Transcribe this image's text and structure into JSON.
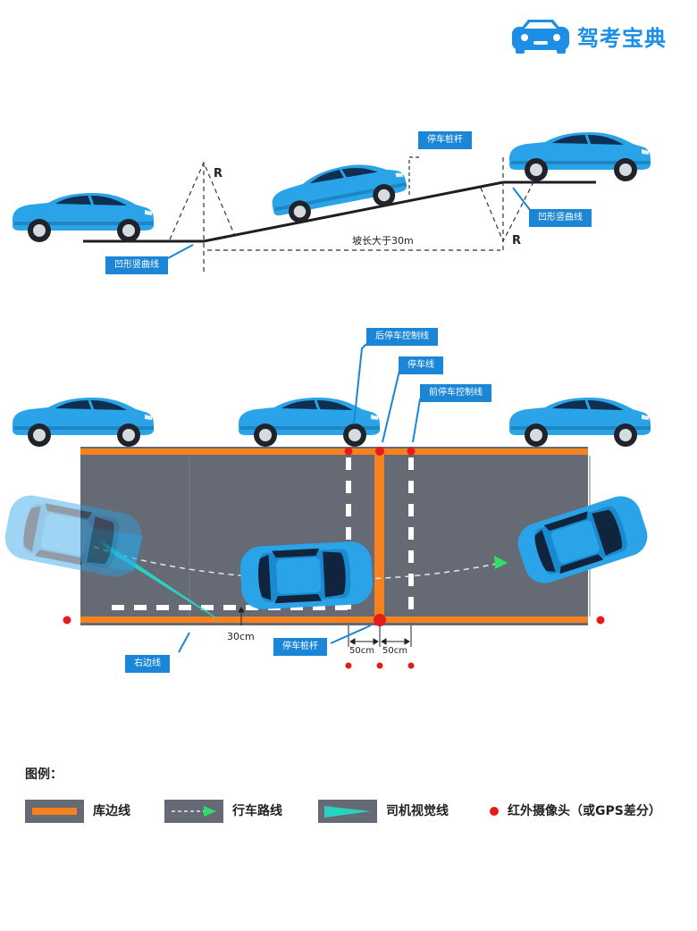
{
  "brand": {
    "name": "驾考宝典",
    "icon": "car-logo-icon"
  },
  "slope_section": {
    "labels": {
      "radius_left": "R",
      "radius_right": "R",
      "stop_post": "停车桩杆",
      "concave_curve_left": "凹形竖曲线",
      "concave_curve_right": "凹形竖曲线",
      "slope_length": "坡长大于30m"
    }
  },
  "parking_section": {
    "labels": {
      "rear_control_line": "后停车控制线",
      "stop_line": "停车线",
      "front_control_line": "前停车控制线",
      "stop_post": "停车桩杆",
      "right_edge_line": "右边线",
      "gap_30cm": "30cm",
      "gap_50cm_left": "50cm",
      "gap_50cm_right": "50cm"
    }
  },
  "colors": {
    "car_body": "#2aa3e8",
    "road": "#656a74",
    "edge_line": "#f6821f",
    "callout": "#1b86d6",
    "camera_dot": "#e51b1b",
    "sight_line": "#27d3bf"
  },
  "legend": {
    "title": "图例：",
    "items": [
      {
        "label": "库边线",
        "icon": "orange-line-icon"
      },
      {
        "label": "行车路线",
        "icon": "dashed-arrow-icon"
      },
      {
        "label": "司机视觉线",
        "icon": "sight-wedge-icon"
      },
      {
        "label": "红外摄像头（或GPS差分）",
        "icon": "red-dot-icon"
      }
    ]
  }
}
